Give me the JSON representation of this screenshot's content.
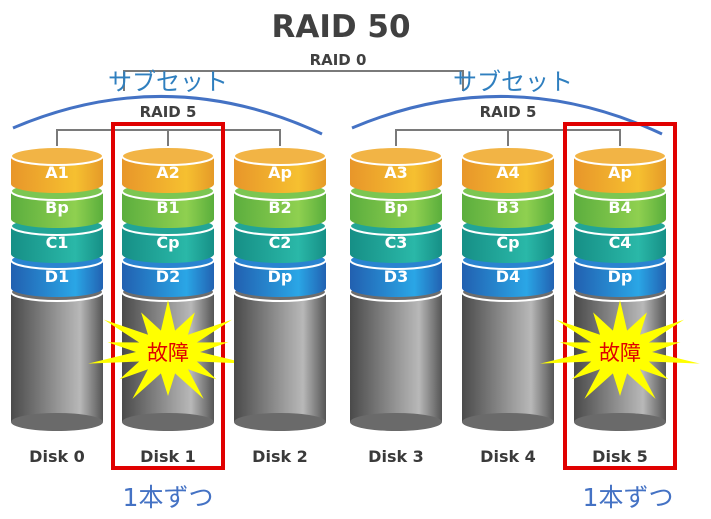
{
  "title": "RAID 50",
  "raid0_label": "RAID 0",
  "subsets": [
    {
      "label": "サブセット",
      "raid_label": "RAID 5",
      "disks": [
        {
          "name": "Disk 0",
          "segments": [
            "A1",
            "Bp",
            "C1",
            "D1"
          ],
          "failed": false
        },
        {
          "name": "Disk 1",
          "segments": [
            "A2",
            "B1",
            "Cp",
            "D2"
          ],
          "failed": true
        },
        {
          "name": "Disk 2",
          "segments": [
            "Ap",
            "B2",
            "C2",
            "Dp"
          ],
          "failed": false
        }
      ]
    },
    {
      "label": "サブセット",
      "raid_label": "RAID 5",
      "disks": [
        {
          "name": "Disk 3",
          "segments": [
            "A3",
            "Bp",
            "C3",
            "D3"
          ],
          "failed": false
        },
        {
          "name": "Disk 4",
          "segments": [
            "A4",
            "B3",
            "Cp",
            "D4"
          ],
          "failed": false
        },
        {
          "name": "Disk 5",
          "segments": [
            "Ap",
            "B4",
            "C4",
            "Dp"
          ],
          "failed": true
        }
      ]
    }
  ],
  "failure_label": "故障",
  "failure_note": "1本ずつ",
  "colors": {
    "segment_a": "#f0a830",
    "segment_b": "#6cc04a",
    "segment_c": "#1fa99a",
    "segment_d": "#2a86d6",
    "disk_body": "#7a7a7a",
    "highlight_box": "#e00000",
    "burst": "#ffff00",
    "arc": "#4472c4"
  }
}
